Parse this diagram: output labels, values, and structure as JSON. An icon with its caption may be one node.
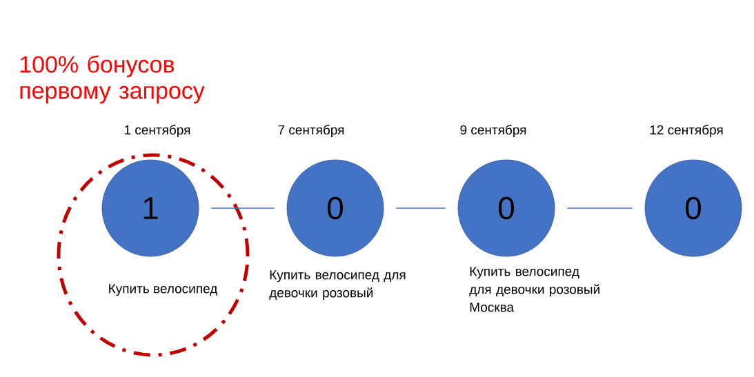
{
  "diagram": {
    "title": "100% бонусов первому запросу",
    "nodes": [
      {
        "text": [
          "1"
        ],
        "beside": [
          "1 сентября",
          "Купить велосипед"
        ]
      },
      {
        "text": [
          "0"
        ],
        "beside": [
          "7 сентября",
          "Купить велосипед для девочки розовый"
        ]
      },
      {
        "text": [
          "0"
        ],
        "beside": [
          "9 сентября",
          "Купить велосипед для девочки розовый Москва"
        ]
      },
      {
        "text": [
          "0"
        ],
        "beside": [
          "12 сентября"
        ]
      }
    ],
    "edges": [
      {
        "from": 0,
        "to": 1,
        "arrow": "none"
      },
      {
        "from": 1,
        "to": 2,
        "arrow": "none"
      },
      {
        "from": 2,
        "to": 3,
        "arrow": "none"
      }
    ]
  }
}
